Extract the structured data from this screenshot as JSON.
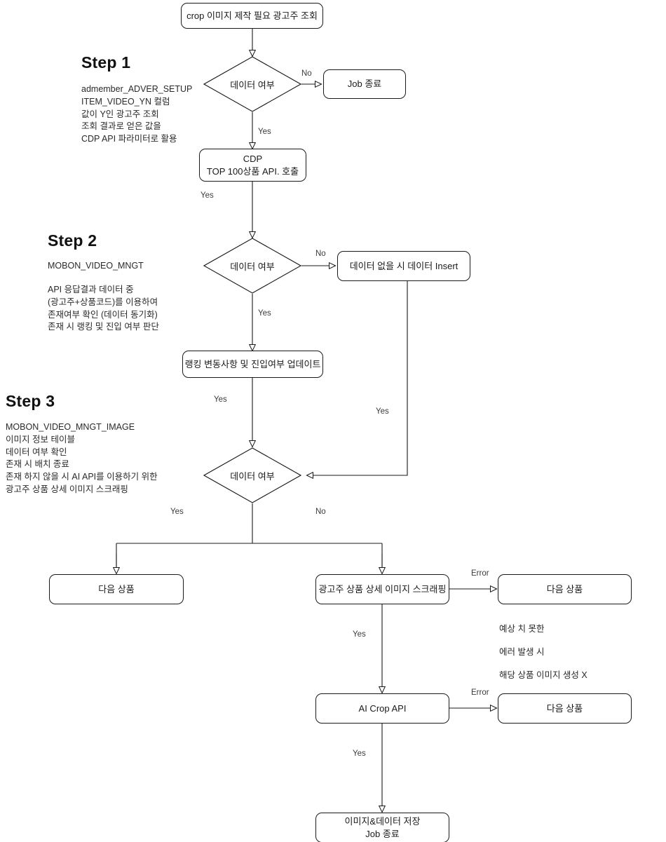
{
  "diagram": {
    "title": "crop image production flowchart",
    "line_color": "#1a1a1a",
    "text_color": "#1a1a1a"
  },
  "steps": [
    {
      "title": "Step 1",
      "description": "admember_ADVER_SETUP\nITEM_VIDEO_YN 컬럼\n값이 Y인 광고주 조회\n조회 결과로 얻은 값을\nCDP API 파라미터로 활용"
    },
    {
      "title": "Step 2",
      "description_head": "MOBON_VIDEO_MNGT",
      "description": "API 응답결과 데이터 중\n(광고주+상품코드)를 이용하여\n존재여부 확인 (데이터 동기화)\n존재 시 랭킹 및 진입 여부 판단"
    },
    {
      "title": "Step 3",
      "description": "MOBON_VIDEO_MNGT_IMAGE\n이미지 정보 테이블\n데이터 여부 확인\n존재 시 배치 종료\n존재 하지 않을 시 AI API를 이용하기 위한\n광고주 상품 상세 이미지 스크래핑"
    }
  ],
  "nodes": {
    "start": "crop 이미지 제작 필요 광고주 조회",
    "decision1": "데이터 여부",
    "job_end_1": "Job 종료",
    "cdp_api": "CDP\nTOP 100상품 API. 호출",
    "decision2": "데이터 여부",
    "data_insert": "데이터 없을 시 데이터 Insert",
    "rank_update": "랭킹 변동사항 및 진입여부 업데이트",
    "decision3": "데이터 여부",
    "next_product_left": "다음 상품",
    "image_scraping": "광고주 상품 상세 이미지 스크래핑",
    "next_product_scrap_error": "다음 상품",
    "ai_crop_api": "AI Crop API",
    "next_product_crop_error": "다음 상품",
    "final": "이미지&데이터 저장\nJob 종료"
  },
  "edge_labels": {
    "d1_no": "No",
    "d1_yes": "Yes",
    "cdp_yes": "Yes",
    "d2_no": "No",
    "d2_yes": "Yes",
    "rank_yes": "Yes",
    "insert_yes": "Yes",
    "d3_yes": "Yes",
    "d3_no": "No",
    "scrap_error": "Error",
    "scrap_yes": "Yes",
    "crop_error": "Error",
    "crop_yes": "Yes"
  },
  "notes": {
    "error_note_lines": [
      "예상 치 못한",
      "에러 발생 시",
      "해당 상품 이미지 생성 X"
    ]
  }
}
